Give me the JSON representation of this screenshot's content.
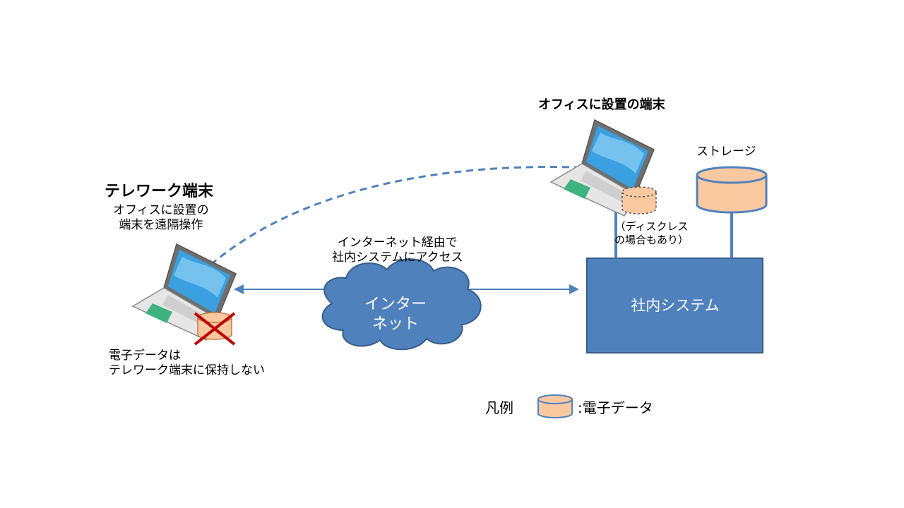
{
  "telework": {
    "title": "テレワーク端末",
    "desc_line1": "オフィスに設置の",
    "desc_line2": "端末を遠隔操作",
    "note_line1": "電子データは",
    "note_line2": "テレワーク端末に保持しない"
  },
  "office": {
    "title": "オフィスに設置の端末",
    "diskless_line1": "（ディスクレス",
    "diskless_line2": "の場合もあり）"
  },
  "storage": {
    "label": "ストレージ"
  },
  "internet": {
    "desc_line1": "インターネット経由で",
    "desc_line2": "社内システムにアクセス",
    "cloud_line1": "インター",
    "cloud_line2": "ネット"
  },
  "system": {
    "label": "社内システム"
  },
  "legend": {
    "title": "凡例",
    "desc": ":電子データ"
  },
  "colors": {
    "blue_fill": "#4f81bd",
    "blue_stroke": "#385d8a",
    "data_fill": "#fbc9a0",
    "data_stroke": "#c07a3e",
    "cross": "#c00000"
  }
}
